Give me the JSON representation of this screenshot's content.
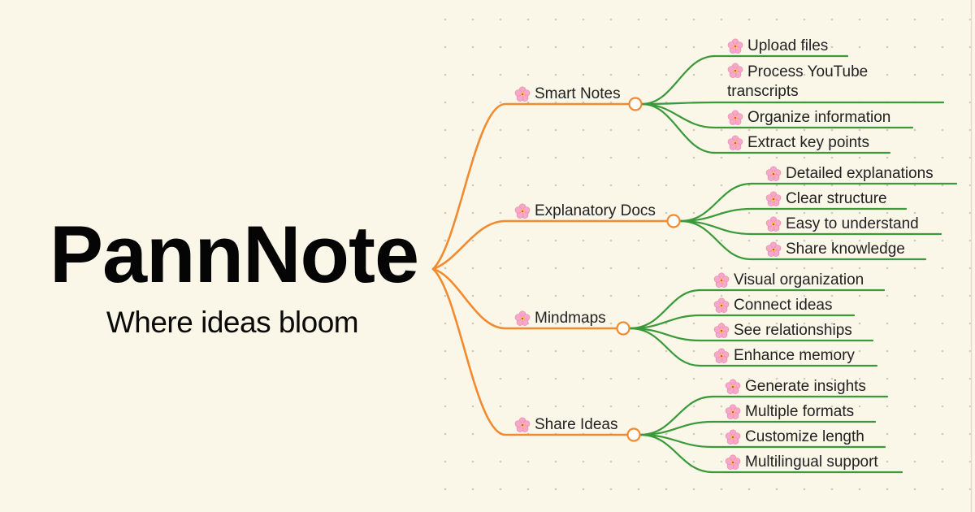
{
  "brand": {
    "title": "PannNote",
    "tagline": "Where ideas bloom"
  },
  "colors": {
    "background": "#faf6e8",
    "branch_line": "#f28a30",
    "leaf_line": "#3a9a3a",
    "node_fill": "#ffffff",
    "grid_dot": "#cfcabc",
    "flower_petal": "#f7a8c8",
    "flower_center": "#e8455a"
  },
  "mindmap": {
    "root_icon": "flower-icon",
    "branches": [
      {
        "label": "Smart Notes",
        "children": [
          "Upload files",
          "Process YouTube transcripts",
          "Organize information",
          "Extract key points"
        ]
      },
      {
        "label": "Explanatory Docs",
        "children": [
          "Detailed explanations",
          "Clear structure",
          "Easy to understand",
          "Share knowledge"
        ]
      },
      {
        "label": "Mindmaps",
        "children": [
          "Visual organization",
          "Connect ideas",
          "See relationships",
          "Enhance memory"
        ]
      },
      {
        "label": "Share Ideas",
        "children": [
          "Generate insights",
          "Multiple formats",
          "Customize length",
          "Multilingual support"
        ]
      }
    ]
  }
}
